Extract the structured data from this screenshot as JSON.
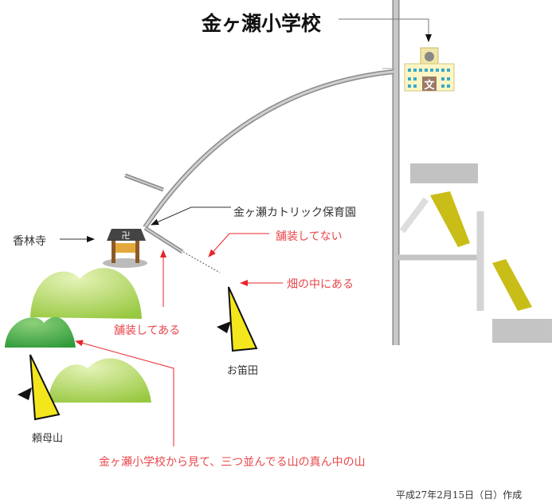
{
  "title": "金ヶ瀬小学校",
  "labels": {
    "nursery": "金ヶ瀬カトリック保育園",
    "unpaved": "舗装してない",
    "temple": "香林寺",
    "in_field": "畑の中にある",
    "paved": "舗装してある",
    "ofueda": "お笛田",
    "tanomoyama": "頼母山",
    "mountain_note": "金ヶ瀬小学校から見て、三つ並んでる山の真ん中の山"
  },
  "school_icon_glyph": "文",
  "temple_icon_glyph": "卍",
  "footer": "平成27年2月15日（日）作成",
  "colors": {
    "road": "#bdbdbd",
    "note_red": "#e8474b",
    "hill_light": "#a9d45a",
    "hill_dark": "#3fa83f",
    "sign_yellow": "#f3e61c"
  }
}
